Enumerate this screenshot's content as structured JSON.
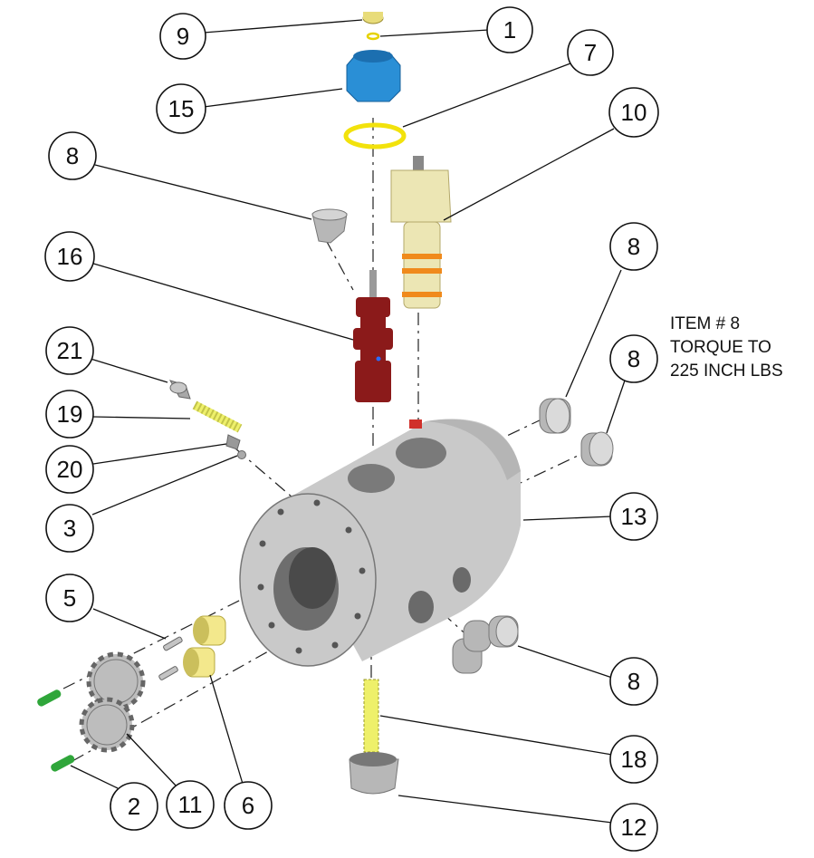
{
  "colors": {
    "housing": "#c9c9c9",
    "housing_dark": "#8e8e8e",
    "blue_plug": "#2a8fd6",
    "oring": "#f2e20c",
    "cartridge": "#ece6b4",
    "cartridge_ring": "#f08a1c",
    "valve_red": "#8b1a1a",
    "spring": "#eef06a",
    "bushing": "#f3e88c",
    "roll_pin": "#2fa63a",
    "gear": "#bdbdbd",
    "plug_gray": "#b7b7b7"
  },
  "callouts": [
    {
      "id": "c9",
      "label": "9"
    },
    {
      "id": "c1",
      "label": "1"
    },
    {
      "id": "c7",
      "label": "7"
    },
    {
      "id": "c15",
      "label": "15"
    },
    {
      "id": "c10",
      "label": "10"
    },
    {
      "id": "c8a",
      "label": "8"
    },
    {
      "id": "c16",
      "label": "16"
    },
    {
      "id": "c8b",
      "label": "8"
    },
    {
      "id": "c21",
      "label": "21"
    },
    {
      "id": "c8c",
      "label": "8"
    },
    {
      "id": "c19",
      "label": "19"
    },
    {
      "id": "c20",
      "label": "20"
    },
    {
      "id": "c3",
      "label": "3"
    },
    {
      "id": "c13",
      "label": "13"
    },
    {
      "id": "c5",
      "label": "5"
    },
    {
      "id": "c8d",
      "label": "8"
    },
    {
      "id": "c18",
      "label": "18"
    },
    {
      "id": "c2",
      "label": "2"
    },
    {
      "id": "c11",
      "label": "11"
    },
    {
      "id": "c6",
      "label": "6"
    },
    {
      "id": "c12",
      "label": "12"
    }
  ],
  "note": {
    "line1": "ITEM # 8",
    "line2": "TORQUE TO",
    "line3": "225 INCH LBS"
  }
}
